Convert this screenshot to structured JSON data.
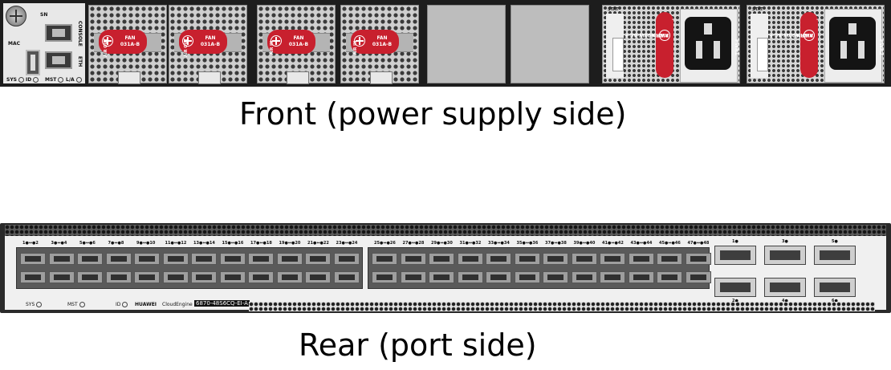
{
  "captions": {
    "front": "Front (power supply side)",
    "rear": "Rear (port side)"
  },
  "front": {
    "mgmt": {
      "sn": "SN",
      "mac": "MAC",
      "console": "CONSOLE",
      "eth": "ETH",
      "leds": [
        "SYS",
        "ID",
        "MST",
        "L/A"
      ]
    },
    "fans": [
      {
        "label": "FAN",
        "model": "031A-B",
        "side": "AIR OUT"
      },
      {
        "label": "FAN",
        "model": "031A-B",
        "side": "AIR OUT"
      },
      {
        "label": "FAN",
        "model": "031A-B",
        "side": "AIR IN"
      },
      {
        "label": "FAN",
        "model": "031A-B",
        "side": "AIR IN"
      }
    ],
    "psus": [
      {
        "stat": "STAT",
        "air": "AIR IN",
        "model": "PWR 600W-AC-F",
        "name": "PWR1"
      },
      {
        "stat": "STAT",
        "air": "AIR IN",
        "model": "PWR 600W-AC-F",
        "name": "PWR2"
      }
    ]
  },
  "rear": {
    "port_labels_left": [
      "1",
      "3",
      "5",
      "7",
      "9",
      "11",
      "13",
      "15",
      "17",
      "19",
      "21",
      "23"
    ],
    "port_labels_right": [
      "25",
      "27",
      "29",
      "31",
      "33",
      "35",
      "37",
      "39",
      "41",
      "43",
      "45",
      "47"
    ],
    "qsfp_top": [
      "1",
      "3",
      "5"
    ],
    "qsfp_bottom": [
      "2",
      "4",
      "6"
    ],
    "leds": {
      "sys": "SYS",
      "mst": "MST",
      "id": "ID"
    },
    "brand": "HUAWEI",
    "series": "CloudEngine",
    "model": "6870-48S6CQ-EI-A"
  }
}
